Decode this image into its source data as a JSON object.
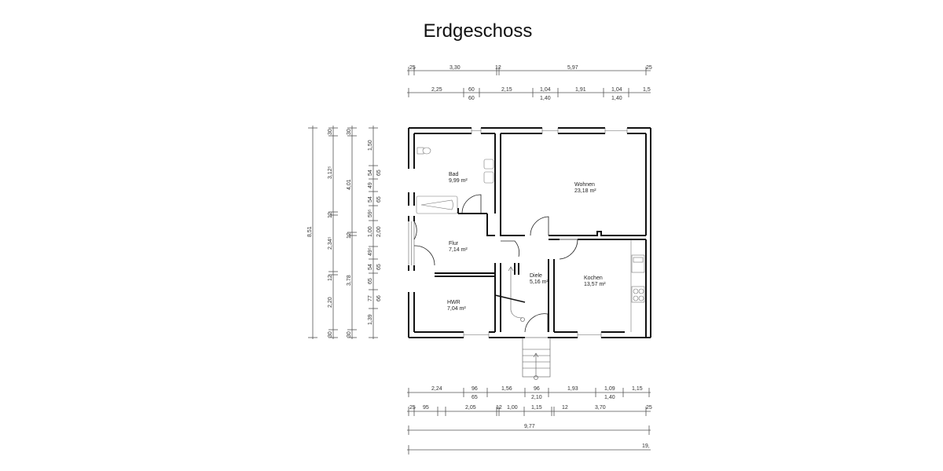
{
  "title": "Erdgeschoss",
  "rooms": [
    {
      "name": "Bad",
      "area": "9,99 m²"
    },
    {
      "name": "Wohnen",
      "area": "23,18 m²"
    },
    {
      "name": "Flur",
      "area": "7,14 m²"
    },
    {
      "name": "Diele",
      "area": "5,16 m²"
    },
    {
      "name": "Kochen",
      "area": "13,57 m²"
    },
    {
      "name": "HWR",
      "area": "7,04 m²"
    }
  ],
  "dimensions": {
    "top_row1": [
      "25",
      "3,30",
      "12",
      "5,97",
      "25"
    ],
    "top_row2": [
      "2,25",
      "60",
      "2,15",
      "1,04",
      "1,91",
      "1,04",
      "1,5"
    ],
    "top_row2_sub": [
      "60",
      "1,40",
      "1,40"
    ],
    "bottom_row1": [
      "2,24",
      "96",
      "1,56",
      "96",
      "1,93",
      "1,09",
      "1,15"
    ],
    "bottom_row1_sub": [
      "65",
      "2,10",
      "1,40"
    ],
    "bottom_row2": [
      "25",
      "95",
      "2,05",
      "12",
      "1,00",
      "1,15",
      "12",
      "3,70",
      "25"
    ],
    "bottom_row3": "9,77",
    "bottom_row4": "19,",
    "left_total": "8,51",
    "left_col2": [
      "30",
      "3,12⁵",
      "12",
      "2,34⁵",
      "12",
      "2,20",
      "30"
    ],
    "left_col3": [
      "30",
      "4,01",
      "12",
      "3,78",
      "30"
    ],
    "left_col4": [
      "1,50",
      "54",
      "49",
      "54",
      "59⁵",
      "1,00",
      "49⁵",
      "54",
      "65",
      "77",
      "1,39"
    ],
    "left_col4_sub": [
      "65",
      "65",
      "2,00",
      "65",
      "66"
    ]
  }
}
